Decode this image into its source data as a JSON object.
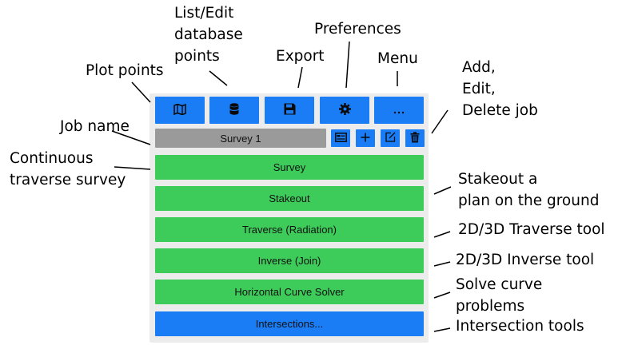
{
  "toolbar": {
    "buttons": [
      {
        "name": "map",
        "icon": "map-icon",
        "glyph": "🗺"
      },
      {
        "name": "database",
        "icon": "database-icon",
        "glyph": "🛢"
      },
      {
        "name": "save",
        "icon": "floppy-disk-icon",
        "glyph": "💾"
      },
      {
        "name": "settings",
        "icon": "gear-icon",
        "glyph": "⚙"
      },
      {
        "name": "more",
        "icon": "ellipsis-icon",
        "glyph": "···"
      }
    ]
  },
  "job": {
    "name": "Survey 1",
    "actions": [
      {
        "name": "job-list",
        "icon": "list-card-icon",
        "glyph": "▤"
      },
      {
        "name": "add-job",
        "icon": "plus-icon",
        "glyph": "+"
      },
      {
        "name": "edit-job",
        "icon": "edit-icon",
        "glyph": "✎"
      },
      {
        "name": "delete-job",
        "icon": "trash-icon",
        "glyph": "🗑"
      }
    ]
  },
  "main_buttons": {
    "survey": "Survey",
    "stakeout": "Stakeout",
    "traverse": "Traverse (Radiation)",
    "inverse": "Inverse (Join)",
    "curve": "Horizontal Curve Solver",
    "intersections": "Intersections..."
  },
  "annotations": {
    "plot_points": "Plot points",
    "list_edit": [
      "List/Edit",
      "database",
      "points"
    ],
    "export": "Export",
    "preferences": "Preferences",
    "menu": "Menu",
    "add_edit_delete": [
      "Add,",
      "Edit,",
      "Delete job"
    ],
    "job_name": "Job name",
    "continuous": [
      "Continuous",
      "traverse survey"
    ],
    "stakeout": [
      "Stakeout a",
      "plan on the ground"
    ],
    "traverse_tool": "2D/3D Traverse tool",
    "inverse_tool": "2D/3D Inverse tool",
    "solve_curve": [
      "Solve curve",
      "problems"
    ],
    "intersection_tools": "Intersection tools"
  },
  "colors": {
    "accent_blue": "#1a7df5",
    "green": "#3dcb5a",
    "job_gray": "#9a9a9a"
  }
}
